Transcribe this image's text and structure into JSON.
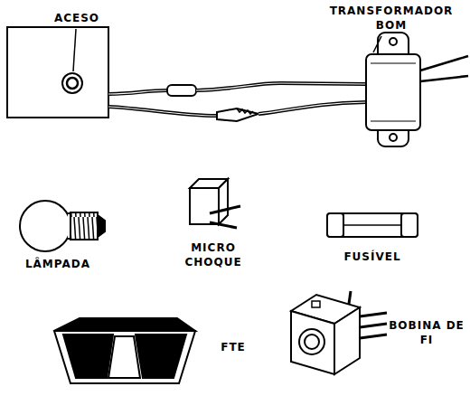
{
  "diagram": {
    "labels": [
      "ACESO",
      "TRANSFORMADOR BOM",
      "LÂMPADA",
      "MICRO CHOQUE",
      "FUSÍVEL",
      "FTE",
      "BOBINA DE FI"
    ]
  }
}
